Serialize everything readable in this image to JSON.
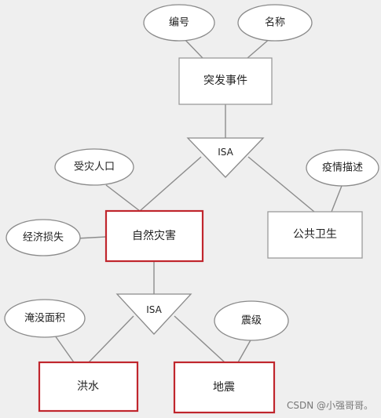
{
  "entities": {
    "emergency_event": "突发事件",
    "natural_disaster": "自然灾害",
    "public_health": "公共卫生",
    "flood": "洪水",
    "earthquake": "地震"
  },
  "attributes": {
    "id": "编号",
    "name": "名称",
    "affected_population": "受灾人口",
    "economic_loss": "经济损失",
    "epidemic_description": "疫情描述",
    "submerged_area": "淹没面积",
    "magnitude": "震级"
  },
  "isa": {
    "top": "ISA",
    "bottom": "ISA"
  },
  "watermark": "CSDN @小强哥哥。",
  "colors": {
    "highlight_border": "#c0262d",
    "line": "#8c8c8c",
    "background": "#efefef"
  }
}
